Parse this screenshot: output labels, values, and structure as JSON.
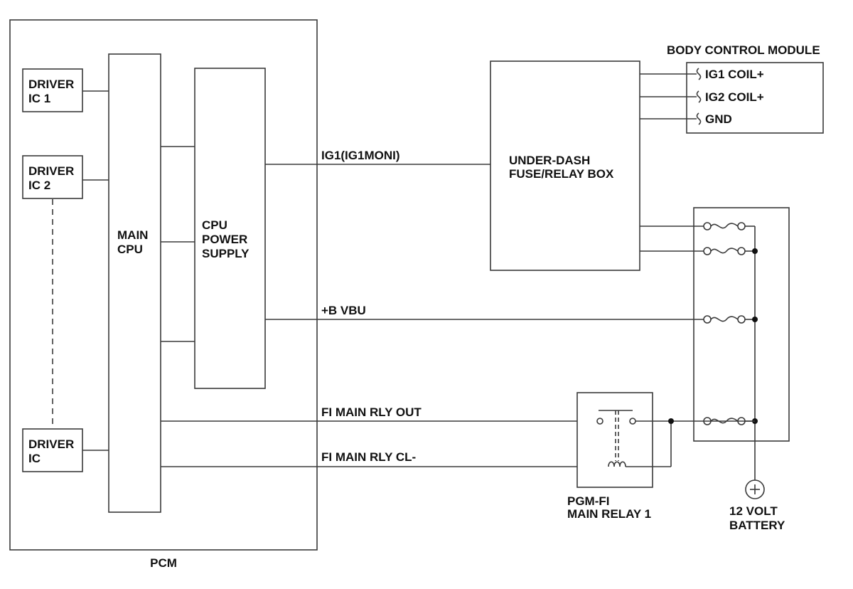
{
  "pcm": {
    "label": "PCM",
    "driver_ic_1": [
      "DRIVER",
      "IC 1"
    ],
    "driver_ic_2": [
      "DRIVER",
      "IC 2"
    ],
    "driver_ic_n": [
      "DRIVER",
      "IC"
    ],
    "main_cpu": [
      "MAIN",
      "CPU"
    ],
    "cpu_power_supply": [
      "CPU",
      "POWER",
      "SUPPLY"
    ]
  },
  "fuse_box": {
    "lines": [
      "UNDER-DASH",
      "FUSE/RELAY BOX"
    ]
  },
  "bcm": {
    "title": "BODY CONTROL MODULE",
    "pins": [
      "IG1 COIL+",
      "IG2 COIL+",
      "GND"
    ]
  },
  "wires": {
    "ig1": "IG1(IG1MONI)",
    "vbu": "+B VBU",
    "rly_out": "FI MAIN RLY OUT",
    "rly_cl": "FI MAIN RLY CL-"
  },
  "relay": {
    "lines": [
      "PGM-FI",
      "MAIN RELAY 1"
    ]
  },
  "battery": {
    "lines": [
      "12 VOLT",
      "BATTERY"
    ]
  }
}
